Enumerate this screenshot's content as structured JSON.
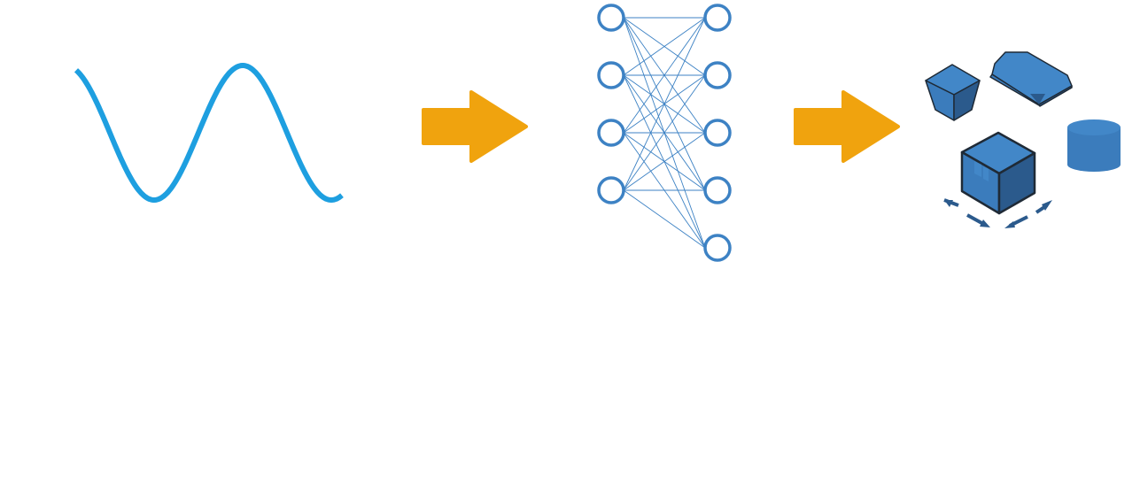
{
  "diagram": {
    "stages": [
      "signal-wave",
      "neural-network",
      "3d-objects"
    ],
    "network": {
      "input_nodes": 4,
      "output_nodes": 5
    },
    "colors": {
      "wave": "#1e9fe0",
      "arrow": "#f0a30e",
      "node_stroke": "#3d82c4",
      "edge": "#3d82c4",
      "object_light": "#4287c8",
      "object_mid": "#3b7cbc",
      "object_dark": "#2b5a8c",
      "object_outline": "#1f2a36"
    },
    "icons": [
      "sine-wave-icon",
      "right-arrow-icon",
      "neural-network-icon",
      "right-arrow-icon",
      "3d-shapes-icon"
    ]
  }
}
